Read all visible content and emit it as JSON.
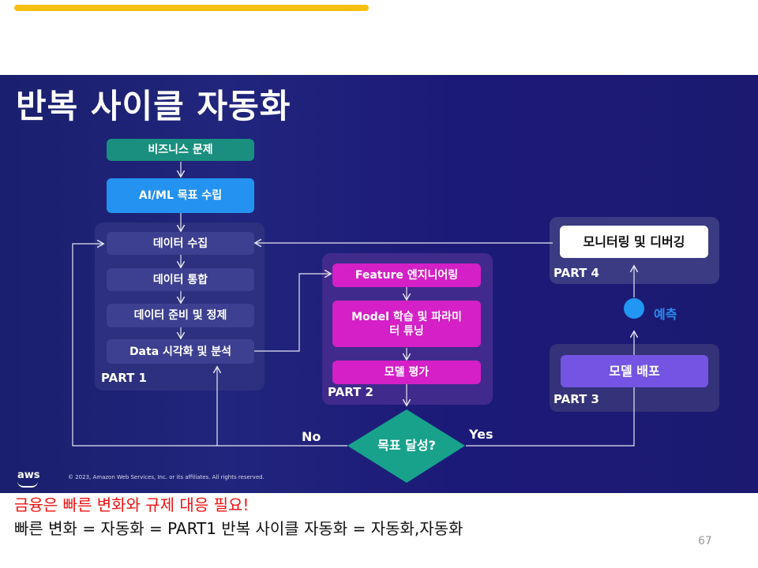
{
  "slide": {
    "title": "반복 사이클 자동화",
    "nodes": {
      "business_problem": "비즈니스 문제",
      "aiml_goal": "AI/ML 목표 수립",
      "data_collect": "데이터 수집",
      "data_integrate": "데이터 통합",
      "data_prep": "데이터 준비 및 정제",
      "data_viz": "Data 시각화 및 분석",
      "feature_eng": "Feature 엔지니어링",
      "model_train": "Model 학습 및 파라미터 튜닝",
      "model_eval": "모델 평가",
      "goal_met": "목표 달성?",
      "model_deploy": "모델 배포",
      "monitoring": "모니터링 및 디버깅",
      "predict": "예측"
    },
    "parts": {
      "part1": "PART 1",
      "part2": "PART 2",
      "part3": "PART 3",
      "part4": "PART 4"
    },
    "edges": {
      "no": "No",
      "yes": "Yes"
    },
    "footer": {
      "aws": "aws",
      "copyright": "© 2023, Amazon Web Services, Inc. or its affiliates. All rights reserved."
    }
  },
  "notes": {
    "line1": "금융은 빠른 변화와 규제 대응 필요!",
    "line2": "빠른 변화 = 자동화 = PART1 반복 사이클 자동화 = 자동화,자동화"
  },
  "page_number": "67",
  "colors": {
    "accent_bar": "#f7bf0f",
    "teal": "#1a8f80",
    "blue": "#2492f0",
    "magenta": "#d420c6",
    "purple": "#7454e2",
    "diamond": "#18a28c",
    "note_red": "#ee1111"
  }
}
